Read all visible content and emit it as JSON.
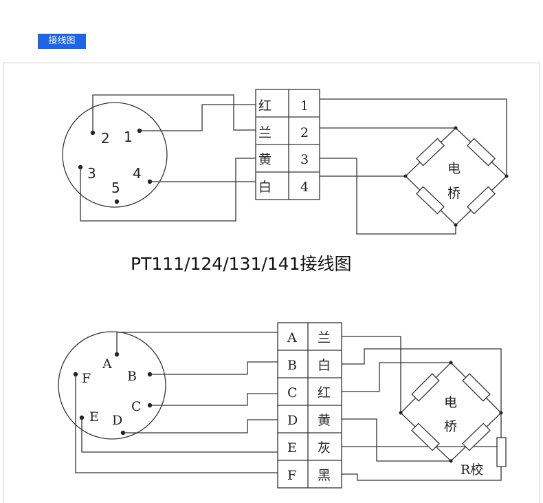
{
  "header": {
    "badge": "接线图"
  },
  "top": {
    "table": [
      {
        "color": "红",
        "num": "1"
      },
      {
        "color": "兰",
        "num": "2"
      },
      {
        "color": "黄",
        "num": "3"
      },
      {
        "color": "白",
        "num": "4"
      }
    ],
    "pins": [
      "2",
      "1",
      "3",
      "4",
      "5"
    ],
    "bridge": [
      "电",
      "桥"
    ],
    "title": "PT111/124/131/141接线图"
  },
  "bottom": {
    "table": [
      {
        "pin": "A",
        "color": "兰"
      },
      {
        "pin": "B",
        "color": "白"
      },
      {
        "pin": "C",
        "color": "红"
      },
      {
        "pin": "D",
        "color": "黄"
      },
      {
        "pin": "E",
        "color": "灰"
      },
      {
        "pin": "F",
        "color": "黑"
      }
    ],
    "pins": [
      "A",
      "B",
      "C",
      "D",
      "E",
      "F"
    ],
    "bridge": [
      "电",
      "桥"
    ],
    "rcal": "R校"
  }
}
